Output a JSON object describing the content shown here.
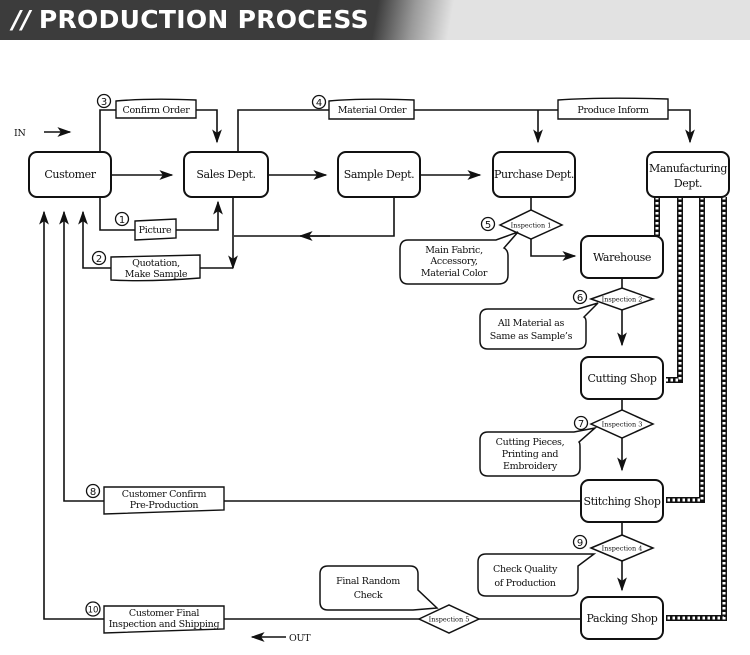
{
  "header": {
    "slash": "//",
    "title": "PRODUCTION PROCESS"
  },
  "flow": {
    "in_label": "IN",
    "out_label": "OUT"
  },
  "nodes": {
    "customer": "Customer",
    "sales": "Sales Dept.",
    "sample": "Sample Dept.",
    "purchase": "Purchase Dept.",
    "manufacturing_1": "Manufacturing",
    "manufacturing_2": "Dept.",
    "warehouse": "Warehouse",
    "cutting": "Cutting Shop",
    "stitching": "Stitching Shop",
    "packing": "Packing Shop"
  },
  "labels": {
    "confirm_order": "Confirm Order",
    "material_order": "Material Order",
    "produce_inform": "Produce Inform",
    "picture": "Picture",
    "quotation_1": "Quotation,",
    "quotation_2": "Make Sample",
    "confirm_pre_1": "Customer Confirm",
    "confirm_pre_2": "Pre-Production",
    "final_ship_1": "Customer Final",
    "final_ship_2": "Inspection and Shipping"
  },
  "steps": {
    "s1": "1",
    "s2": "2",
    "s3": "3",
    "s4": "4",
    "s5": "5",
    "s6": "6",
    "s7": "7",
    "s8": "8",
    "s9": "9",
    "s10": "10"
  },
  "inspections": {
    "i1": "Inspection 1",
    "i2": "Inspection 2",
    "i3": "Inspection 3",
    "i4": "Inspection 4",
    "i5": "Inspection 5"
  },
  "callouts": {
    "c1": [
      "Main Fabric,",
      "Accessory,",
      "Material Color"
    ],
    "c2": [
      "All Material as",
      "Same as Sample’s"
    ],
    "c3": [
      "Cutting Pieces,",
      "Printing and",
      "Embroidery"
    ],
    "c4": [
      "Check Quality",
      "of Production"
    ],
    "c5": [
      "Final Random",
      "Check"
    ]
  }
}
